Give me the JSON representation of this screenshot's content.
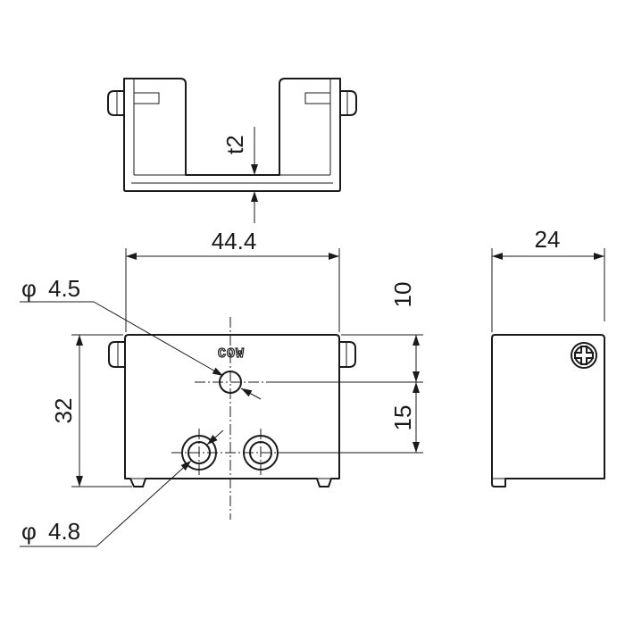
{
  "dimensions": {
    "thickness": "t2",
    "width": "44.4",
    "depth": "24",
    "height": "32",
    "top_offset": "10",
    "hole_offset": "15",
    "small_hole_dia": "4.5",
    "large_hole_dia": "4.8",
    "dia_symbol": "φ"
  },
  "marking": {
    "logo": "COW"
  },
  "colors": {
    "line": "#1a1a1a",
    "background": "#ffffff"
  }
}
